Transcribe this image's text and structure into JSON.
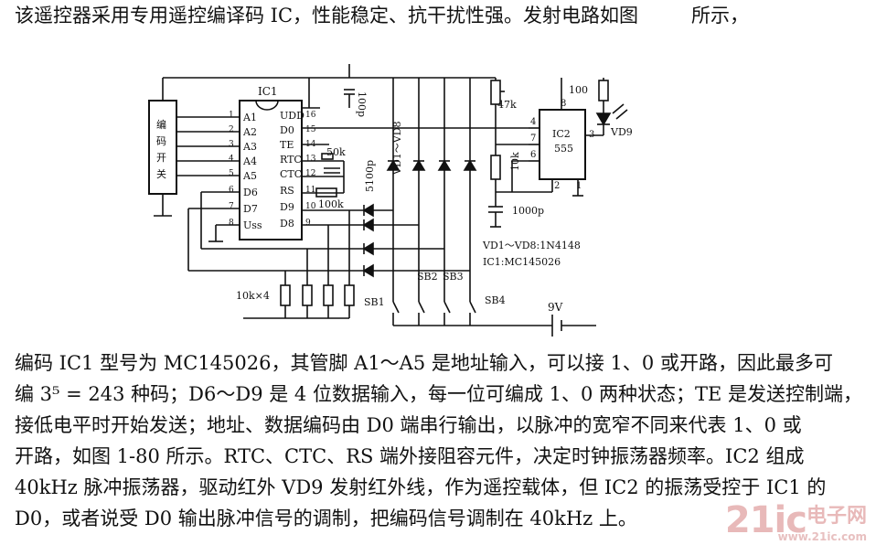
{
  "intro": {
    "text": "该遥控器采用专用遥控编译码 IC，性能稳定、抗干扰性强。发射电路如图",
    "trail": "所示，"
  },
  "diagram": {
    "encoder_switch": [
      "编",
      "码",
      "开",
      "关"
    ],
    "ic1": {
      "name": "IC1",
      "left_pins": [
        "A1",
        "A2",
        "A3",
        "A4",
        "A5",
        "D6",
        "D7",
        "Uss"
      ],
      "left_nums": [
        "1",
        "2",
        "3",
        "4",
        "5",
        "6",
        "7",
        "8"
      ],
      "right_pins": [
        "UDD",
        "D0",
        "TE",
        "RTC",
        "CTC",
        "RS",
        "D9",
        "D8"
      ],
      "right_nums": [
        "16",
        "15",
        "14",
        "13",
        "12",
        "11",
        "10",
        "9"
      ]
    },
    "ic2": {
      "name": "IC2",
      "model": "555",
      "pins": [
        "4",
        "7",
        "6",
        "8",
        "3",
        "2",
        "1"
      ]
    },
    "components": {
      "cap_100p": "100p",
      "r_50k": "50k",
      "cap_5100p": "5100p",
      "r_100k": "100k",
      "diodes": "VD1～VD8",
      "r_47k": "47k",
      "r_10k": "10k",
      "cap_1000p": "1000p",
      "r_100": "100",
      "led": "VD9",
      "resistors": "10k×4",
      "battery": "9V",
      "buttons": [
        "SB1",
        "SB2",
        "SB3",
        "SB4"
      ]
    },
    "notes": [
      "VD1～VD8:1N4148",
      "IC1:MC145026"
    ]
  },
  "body": [
    "编码 IC1 型号为 MC145026，其管脚 A1～A5 是地址输入，可以接 1、0 或开路，因此最多可",
    "编 3⁵ = 243 种码；D6～D9 是 4 位数据输入，每一位可编成 1、0 两种状态；TE 是发送控制端，",
    "接低电平时开始发送；地址、数据编码由 D0 端串行输出，以脉冲的宽窄不同来代表 1、0 或",
    "开路，如图 1-80 所示。RTC、CTC、RS 端外接阻容元件，决定时钟振荡器频率。IC2 组成",
    "40kHz 脉冲振荡器，驱动红外 VD9 发射红外线，作为遥控载体，但 IC2 的振荡受控于 IC1 的",
    "D0，或者说受 D0 输出脉冲信号的调制，把编码信号调制在 40kHz 上。"
  ],
  "watermark": {
    "brand": "21ic",
    "cn": "电子网",
    "url": "www.21ic.com"
  }
}
